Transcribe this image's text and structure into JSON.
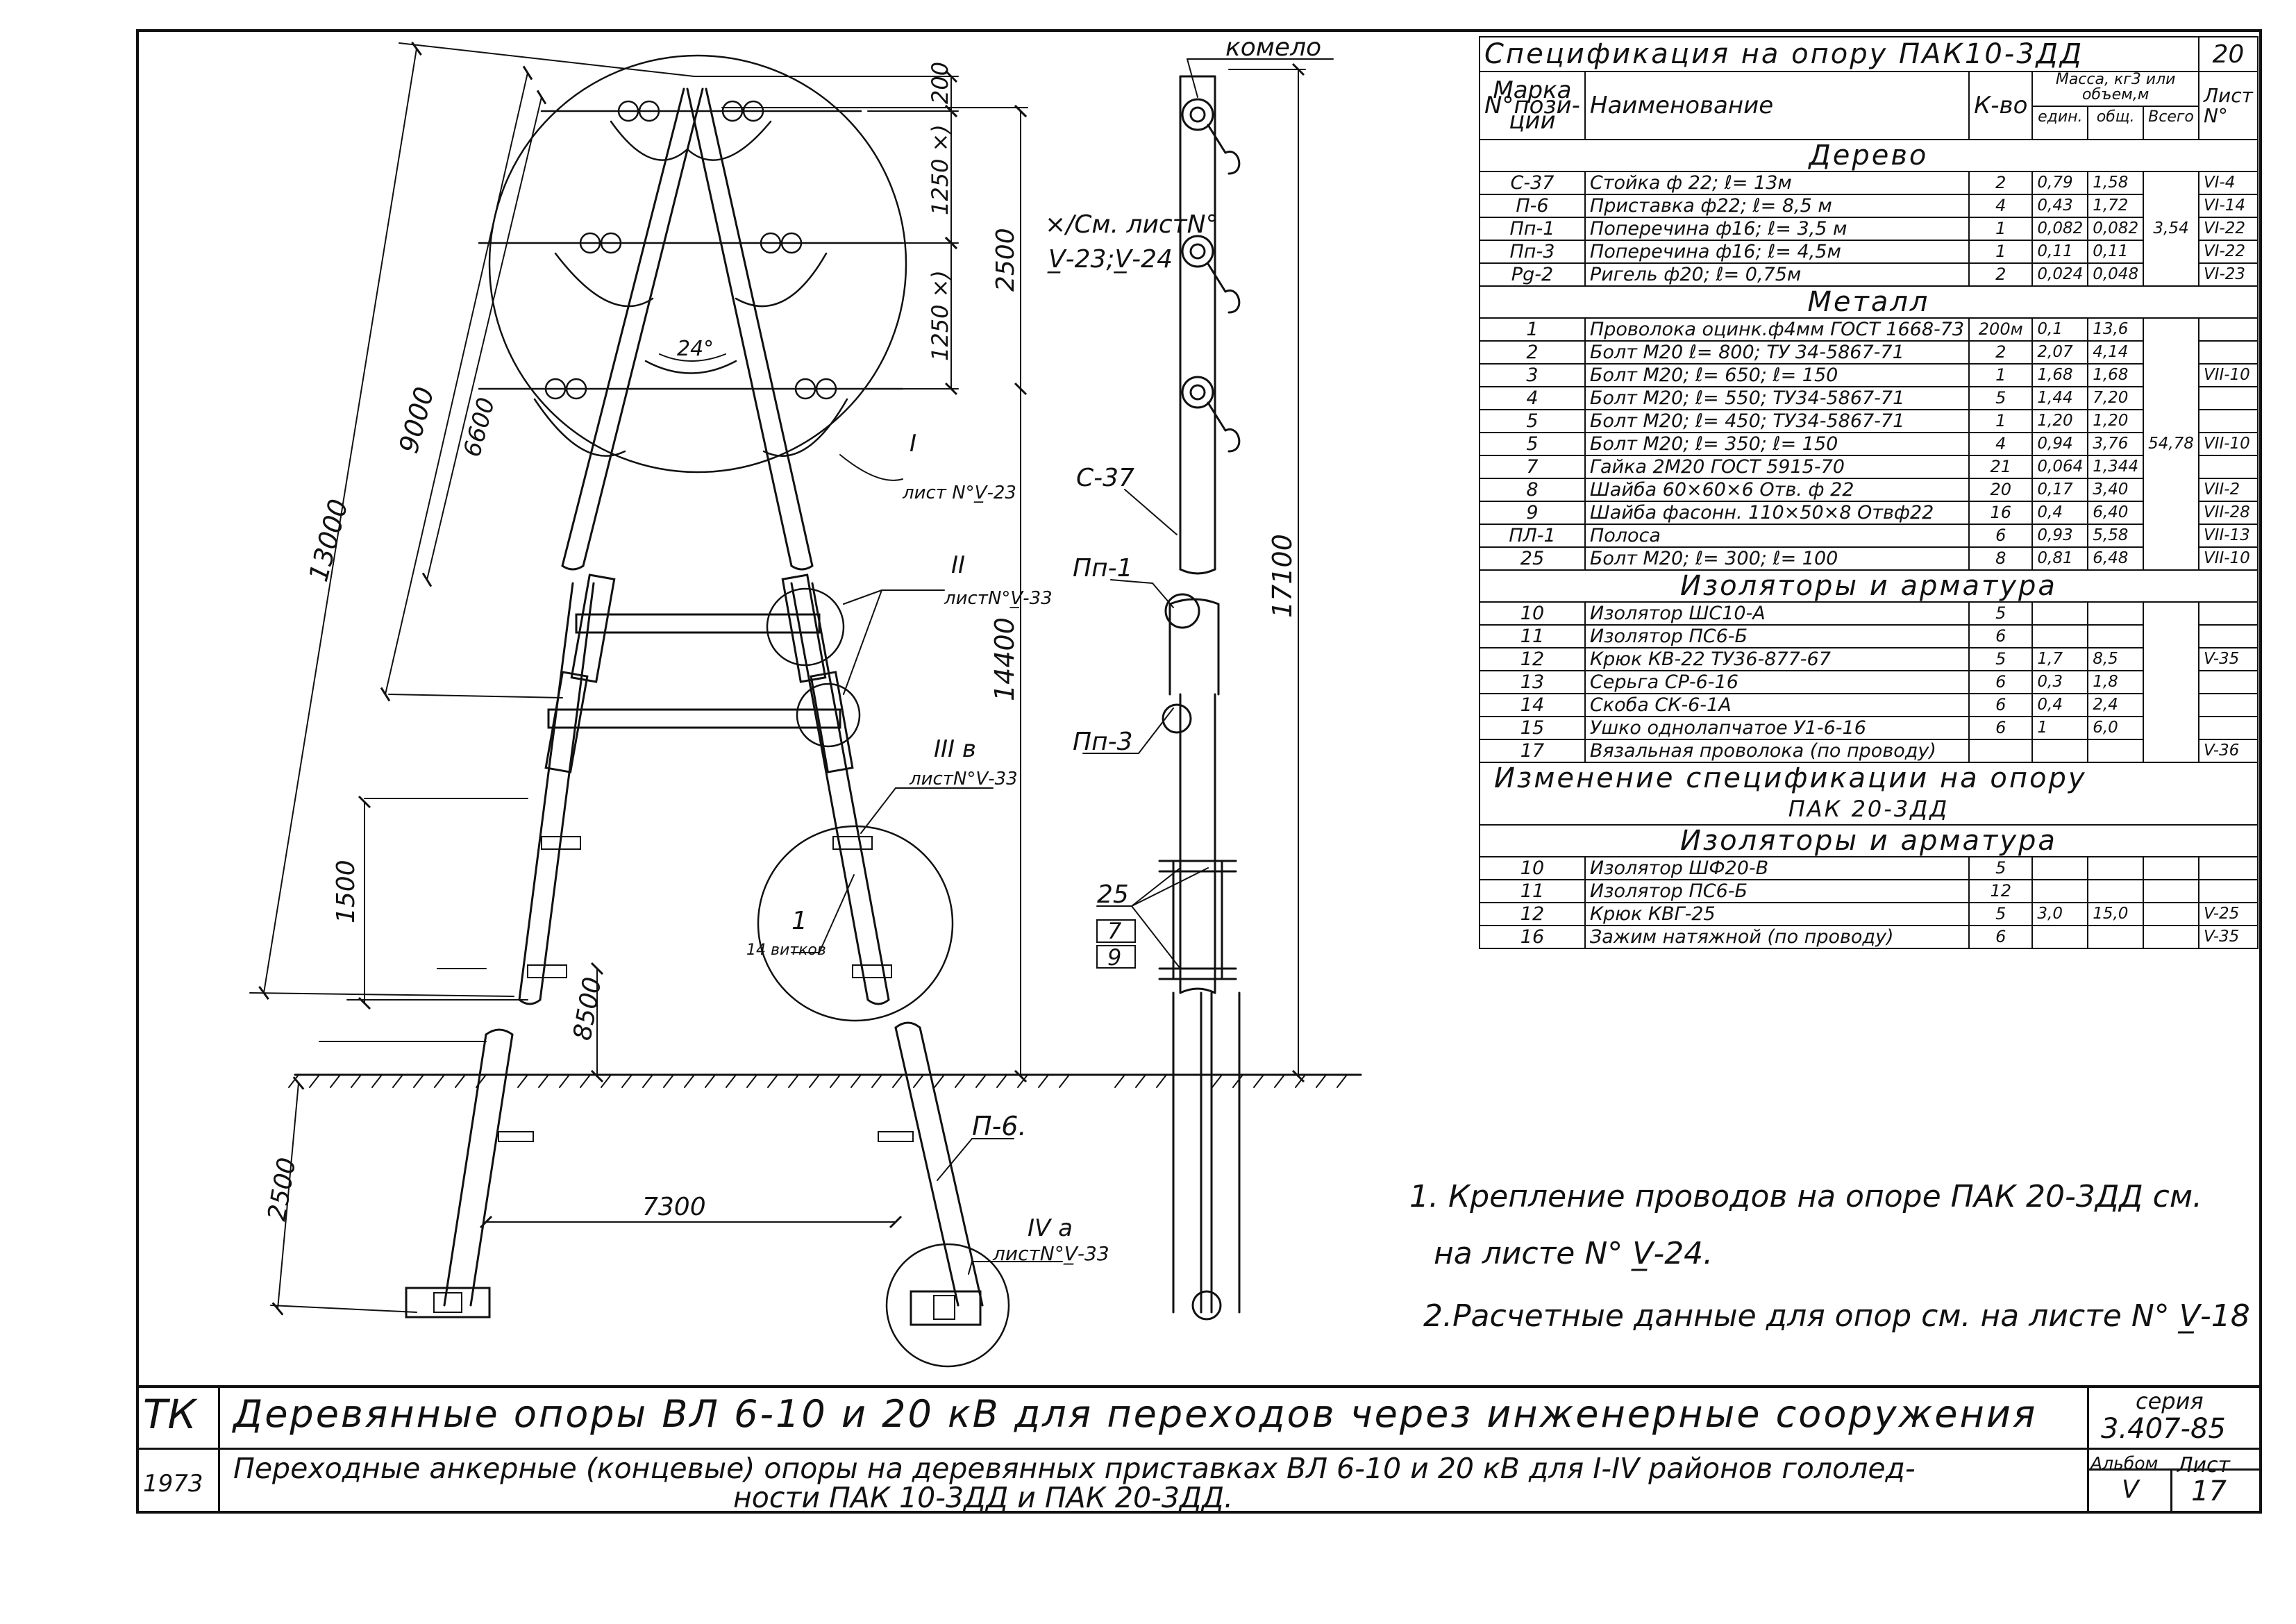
{
  "drawing": {
    "labels": {
      "komel": "комело",
      "note_ref1": "×/См. листN°",
      "note_ref2": "V̲-23;V̲-24",
      "angle": "24°",
      "c37": "С-37",
      "pp1": "Пп-1",
      "pp3": "Пп-3",
      "p6": "П-6.",
      "callout_1": "1",
      "callout_1_sub": "14 витков",
      "callout_25": "25",
      "callout_7": "7",
      "callout_9": "9"
    },
    "views": [
      {
        "id": "I",
        "sheet": "лист N°V̲-23"
      },
      {
        "id": "II",
        "sheet": "листN°V̲-33"
      },
      {
        "id": "III в",
        "sheet": "листN°V̲-33"
      },
      {
        "id": "IV а",
        "sheet": "листN°V̲-33"
      }
    ],
    "dimensions": {
      "d200": "200",
      "d1250a": "1250 ×)",
      "d1250b": "1250 ×)",
      "d2500top": "2500",
      "d9000": "9000",
      "d6600": "6600",
      "d13000": "13000",
      "d14400": "14400",
      "d17100": "17100",
      "d1500": "1500",
      "d8500": "8500",
      "d2500bot": "2500",
      "d7300": "7300"
    }
  },
  "spec": {
    "title": "Спецификация на опору ПАК10-3ДД",
    "title_num": "20",
    "headers": {
      "mark": "Марка N°пози-ции",
      "name": "Наименование",
      "qty": "К-во",
      "mass_top": "Масса, кг3 или объем,м",
      "unit": "един.",
      "total": "общ.",
      "all": "Всего",
      "sheet": "Лист N°"
    },
    "sections": [
      {
        "title": "Дерево",
        "total": "3,54",
        "rows": [
          {
            "mark": "С-37",
            "name": "Стойка ф 22; ℓ= 13м",
            "qty": "2",
            "unit": "0,79",
            "sum": "1,58",
            "sheet": "VI-4"
          },
          {
            "mark": "П-6",
            "name": "Приставка ф22; ℓ= 8,5 м",
            "qty": "4",
            "unit": "0,43",
            "sum": "1,72",
            "sheet": "VI-14"
          },
          {
            "mark": "Пп-1",
            "name": "Поперечина ф16; ℓ= 3,5 м",
            "qty": "1",
            "unit": "0,082",
            "sum": "0,082",
            "sheet": "VI-22"
          },
          {
            "mark": "Пп-3",
            "name": "Поперечина ф16; ℓ= 4,5м",
            "qty": "1",
            "unit": "0,11",
            "sum": "0,11",
            "sheet": "VI-22"
          },
          {
            "mark": "Рg-2",
            "name": "Ригель ф20; ℓ= 0,75м",
            "qty": "2",
            "unit": "0,024",
            "sum": "0,048",
            "sheet": "VI-23"
          }
        ]
      },
      {
        "title": "Металл",
        "total": "54,78",
        "rows": [
          {
            "mark": "1",
            "name": "Проволока оцинк.ф4мм ГОСТ 1668-73",
            "qty": "200м",
            "unit": "0,1",
            "sum": "13,6",
            "sheet": ""
          },
          {
            "mark": "2",
            "name": "Болт М20 ℓ= 800; ТУ 34-5867-71",
            "qty": "2",
            "unit": "2,07",
            "sum": "4,14",
            "sheet": ""
          },
          {
            "mark": "3",
            "name": "Болт М20; ℓ= 650; ℓ= 150",
            "qty": "1",
            "unit": "1,68",
            "sum": "1,68",
            "sheet": "VII-10"
          },
          {
            "mark": "4",
            "name": "Болт М20; ℓ= 550; ТУ34-5867-71",
            "qty": "5",
            "unit": "1,44",
            "sum": "7,20",
            "sheet": ""
          },
          {
            "mark": "5",
            "name": "Болт М20; ℓ= 450; ТУ34-5867-71",
            "qty": "1",
            "unit": "1,20",
            "sum": "1,20",
            "sheet": ""
          },
          {
            "mark": "5",
            "name": "Болт М20; ℓ= 350; ℓ= 150",
            "qty": "4",
            "unit": "0,94",
            "sum": "3,76",
            "sheet": "VII-10"
          },
          {
            "mark": "7",
            "name": "Гайка 2М20 ГОСТ 5915-70",
            "qty": "21",
            "unit": "0,064",
            "sum": "1,344",
            "sheet": ""
          },
          {
            "mark": "8",
            "name": "Шайба 60×60×6 Отв. ф 22",
            "qty": "20",
            "unit": "0,17",
            "sum": "3,40",
            "sheet": "VII-2"
          },
          {
            "mark": "9",
            "name": "Шайба фасонн. 110×50×8 Отвф22",
            "qty": "16",
            "unit": "0,4",
            "sum": "6,40",
            "sheet": "VII-28"
          },
          {
            "mark": "ПЛ-1",
            "name": "Полоса",
            "qty": "6",
            "unit": "0,93",
            "sum": "5,58",
            "sheet": "VII-13"
          },
          {
            "mark": "25",
            "name": "Болт М20; ℓ= 300; ℓ= 100",
            "qty": "8",
            "unit": "0,81",
            "sum": "6,48",
            "sheet": "VII-10"
          }
        ]
      },
      {
        "title": "Изоляторы и арматура",
        "total": "",
        "rows": [
          {
            "mark": "10",
            "name": "Изолятор ШС10-А",
            "qty": "5",
            "unit": "",
            "sum": "",
            "sheet": ""
          },
          {
            "mark": "11",
            "name": "Изолятор ПС6-Б",
            "qty": "6",
            "unit": "",
            "sum": "",
            "sheet": ""
          },
          {
            "mark": "12",
            "name": "Крюк КВ-22 ТУ36-877-67",
            "qty": "5",
            "unit": "1,7",
            "sum": "8,5",
            "sheet": "V-35"
          },
          {
            "mark": "13",
            "name": "Серьга СР-6-16",
            "qty": "6",
            "unit": "0,3",
            "sum": "1,8",
            "sheet": ""
          },
          {
            "mark": "14",
            "name": "Скоба СК-6-1А",
            "qty": "6",
            "unit": "0,4",
            "sum": "2,4",
            "sheet": ""
          },
          {
            "mark": "15",
            "name": "Ушко однолапчатое У1-6-16",
            "qty": "6",
            "unit": "1",
            "sum": "6,0",
            "sheet": ""
          },
          {
            "mark": "17",
            "name": "Вязальная проволока (по проводу)",
            "qty": "",
            "unit": "",
            "sum": "",
            "sheet": "V-36"
          }
        ]
      }
    ],
    "change_title_1": "Изменение спецификации на опору",
    "change_title_2": "ПАК 20-3ДД",
    "change_section": "Изоляторы и арматура",
    "change_rows": [
      {
        "mark": "10",
        "name": "Изолятор ШФ20-В",
        "qty": "5",
        "unit": "",
        "sum": "",
        "sheet": ""
      },
      {
        "mark": "11",
        "name": "Изолятор ПС6-Б",
        "qty": "12",
        "unit": "",
        "sum": "",
        "sheet": ""
      },
      {
        "mark": "12",
        "name": "Крюк КВГ-25",
        "qty": "5",
        "unit": "3,0",
        "sum": "15,0",
        "sheet": "V-25"
      },
      {
        "mark": "16",
        "name": "Зажим натяжной (по проводу)",
        "qty": "6",
        "unit": "",
        "sum": "",
        "sheet": "V-35"
      }
    ]
  },
  "notes": {
    "n1a": "1. Крепление проводов на опоре ПАК 20-3ДД см.",
    "n1b": "на листе N° V̲-24.",
    "n2": "2.Расчетные данные для опор см. на листе N° V̲-18"
  },
  "titleblock": {
    "org": "ТК",
    "year": "1973",
    "title1": "Деревянные опоры ВЛ 6-10 и 20 кВ для переходов через инженерные сооружения",
    "title2a": "Переходные анкерные (концевые) опоры на деревянных приставках ВЛ 6-10 и 20 кВ для I-IV районов гололед-",
    "title2b": "ности ПАК 10-3ДД и ПАК 20-3ДД.",
    "series_label": "серия",
    "series_value": "3.407-85",
    "album_label": "Альбом",
    "album_value": "V",
    "sheet_label": "Лист",
    "sheet_value": "17"
  }
}
